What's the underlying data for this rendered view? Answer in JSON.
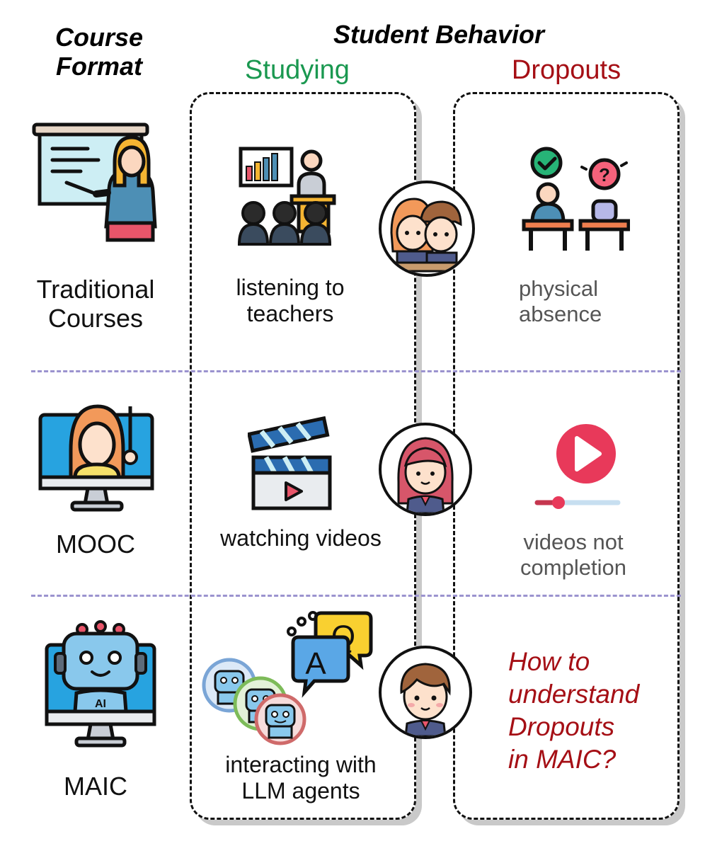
{
  "headers": {
    "course_format_line1": "Course",
    "course_format_line2": "Format",
    "student_behavior": "Student Behavior",
    "studying": "Studying",
    "dropouts": "Dropouts"
  },
  "colors": {
    "studying": "#1a9850",
    "dropouts": "#a50f15",
    "separator": "#9b93cf",
    "gray_text": "#555555"
  },
  "rows": [
    {
      "format_line1": "Traditional",
      "format_line2": "Courses",
      "format_icon": "teacher-whiteboard-icon",
      "study_icon": "classroom-lecture-icon",
      "study_line1": "listening to",
      "study_line2": "teachers",
      "student_icon": "two-students-avatar-icon",
      "dropout_icon": "empty-desk-icon",
      "dropout_line1": "physical",
      "dropout_line2": "absence"
    },
    {
      "format_line1": "MOOC",
      "format_icon": "online-teacher-monitor-icon",
      "study_icon": "clapperboard-icon",
      "study_line1": "watching videos",
      "student_icon": "girl-student-avatar-icon",
      "dropout_icon": "video-progress-icon",
      "dropout_line1": "videos not",
      "dropout_line2": "completion"
    },
    {
      "format_line1": "MAIC",
      "format_icon": "robot-monitor-icon",
      "study_icon": "llm-agents-chat-icon",
      "study_line1": "interacting with",
      "study_line2": "LLM agents",
      "chat_q": "Q",
      "chat_a": "A",
      "ai_label": "AI",
      "student_icon": "boy-student-avatar-icon",
      "dropout_line1": "How to",
      "dropout_line2": "understand",
      "dropout_line3": "Dropouts",
      "dropout_line4": "in MAIC?"
    }
  ]
}
